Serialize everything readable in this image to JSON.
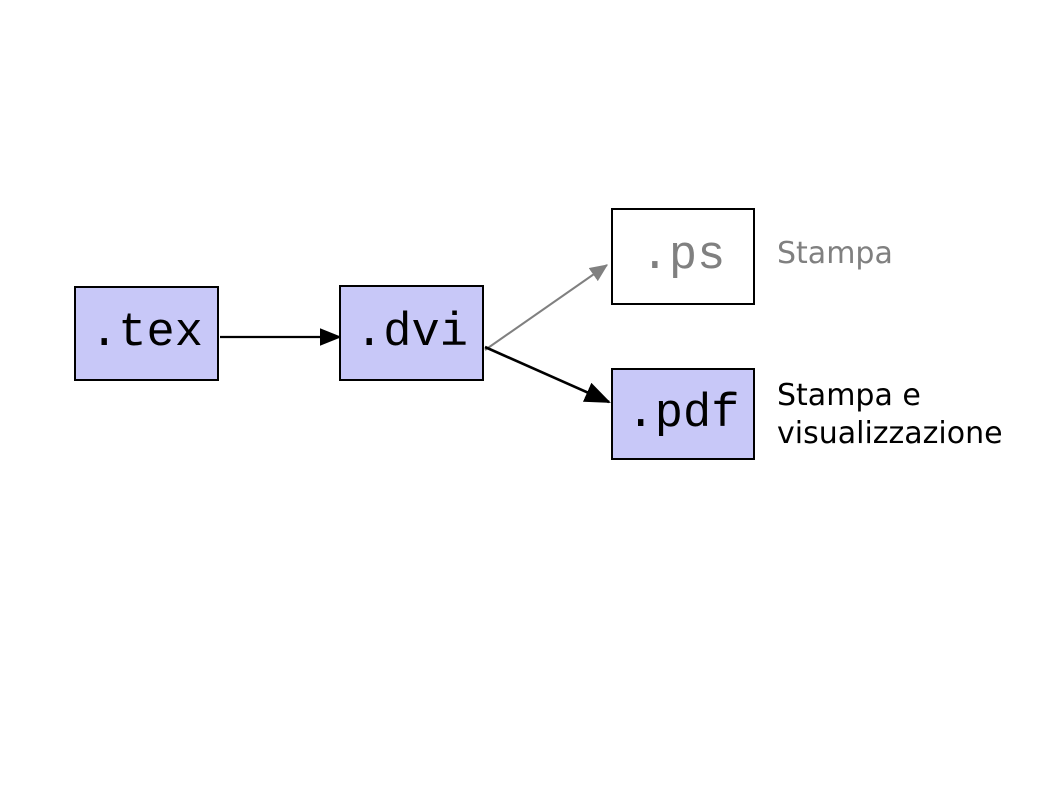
{
  "diagram": {
    "title": "LaTeX output formats flow",
    "background_color": "#ffffff",
    "nodes": [
      {
        "id": "tex",
        "label": ".tex",
        "fill": "#c8c8f8",
        "stroke": "#000000",
        "text_color": "#000000"
      },
      {
        "id": "dvi",
        "label": ".dvi",
        "fill": "#c8c8f8",
        "stroke": "#000000",
        "text_color": "#000000"
      },
      {
        "id": "ps",
        "label": ".ps",
        "fill": "#ffffff",
        "stroke": "#000000",
        "text_color": "#808080"
      },
      {
        "id": "pdf",
        "label": ".pdf",
        "fill": "#c8c8f8",
        "stroke": "#000000",
        "text_color": "#000000"
      }
    ],
    "edges": [
      {
        "id": "tex-to-dvi",
        "from": "tex",
        "to": "dvi",
        "color": "#000000"
      },
      {
        "id": "dvi-to-ps",
        "from": "dvi",
        "to": "ps",
        "color": "#808080"
      },
      {
        "id": "dvi-to-pdf",
        "from": "dvi",
        "to": "pdf",
        "color": "#000000"
      }
    ],
    "annotations": [
      {
        "id": "ps-annotation",
        "text": "Stampa",
        "color": "#808080"
      },
      {
        "id": "pdf-annotation",
        "text": "Stampa e\nvisualizzazione",
        "color": "#000000"
      }
    ]
  }
}
